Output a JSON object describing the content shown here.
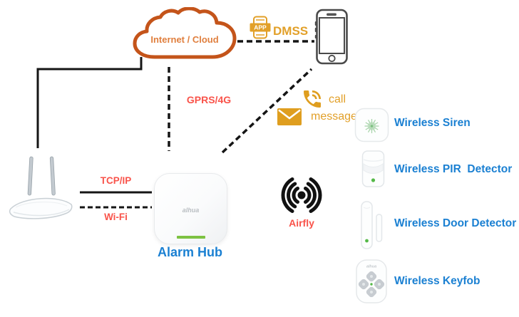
{
  "cloud": {
    "label": "Internet / Cloud"
  },
  "app": {
    "badge": "APP",
    "label": "DMSS"
  },
  "phone_links": {
    "call": "call",
    "message": "message"
  },
  "links": {
    "gprs": "GPRS/4G",
    "tcpip": "TCP/IP",
    "wifi": "Wi-Fi",
    "airfly": "Airfly"
  },
  "hub": {
    "label": "Alarm Hub",
    "brand": "alhua"
  },
  "devices": [
    {
      "label": "Wireless Siren"
    },
    {
      "label": "Wireless PIR  Detector"
    },
    {
      "label": "Wireless Door Detector"
    },
    {
      "label": "Wireless Keyfob"
    }
  ],
  "colors": {
    "cloud_outline": "#C4541A",
    "cloud_text": "#E07F3E",
    "gold": "#E2A029",
    "red": "#F9534A",
    "blue": "#1B80D2",
    "line": "#151515",
    "green_led": "#55B948"
  }
}
